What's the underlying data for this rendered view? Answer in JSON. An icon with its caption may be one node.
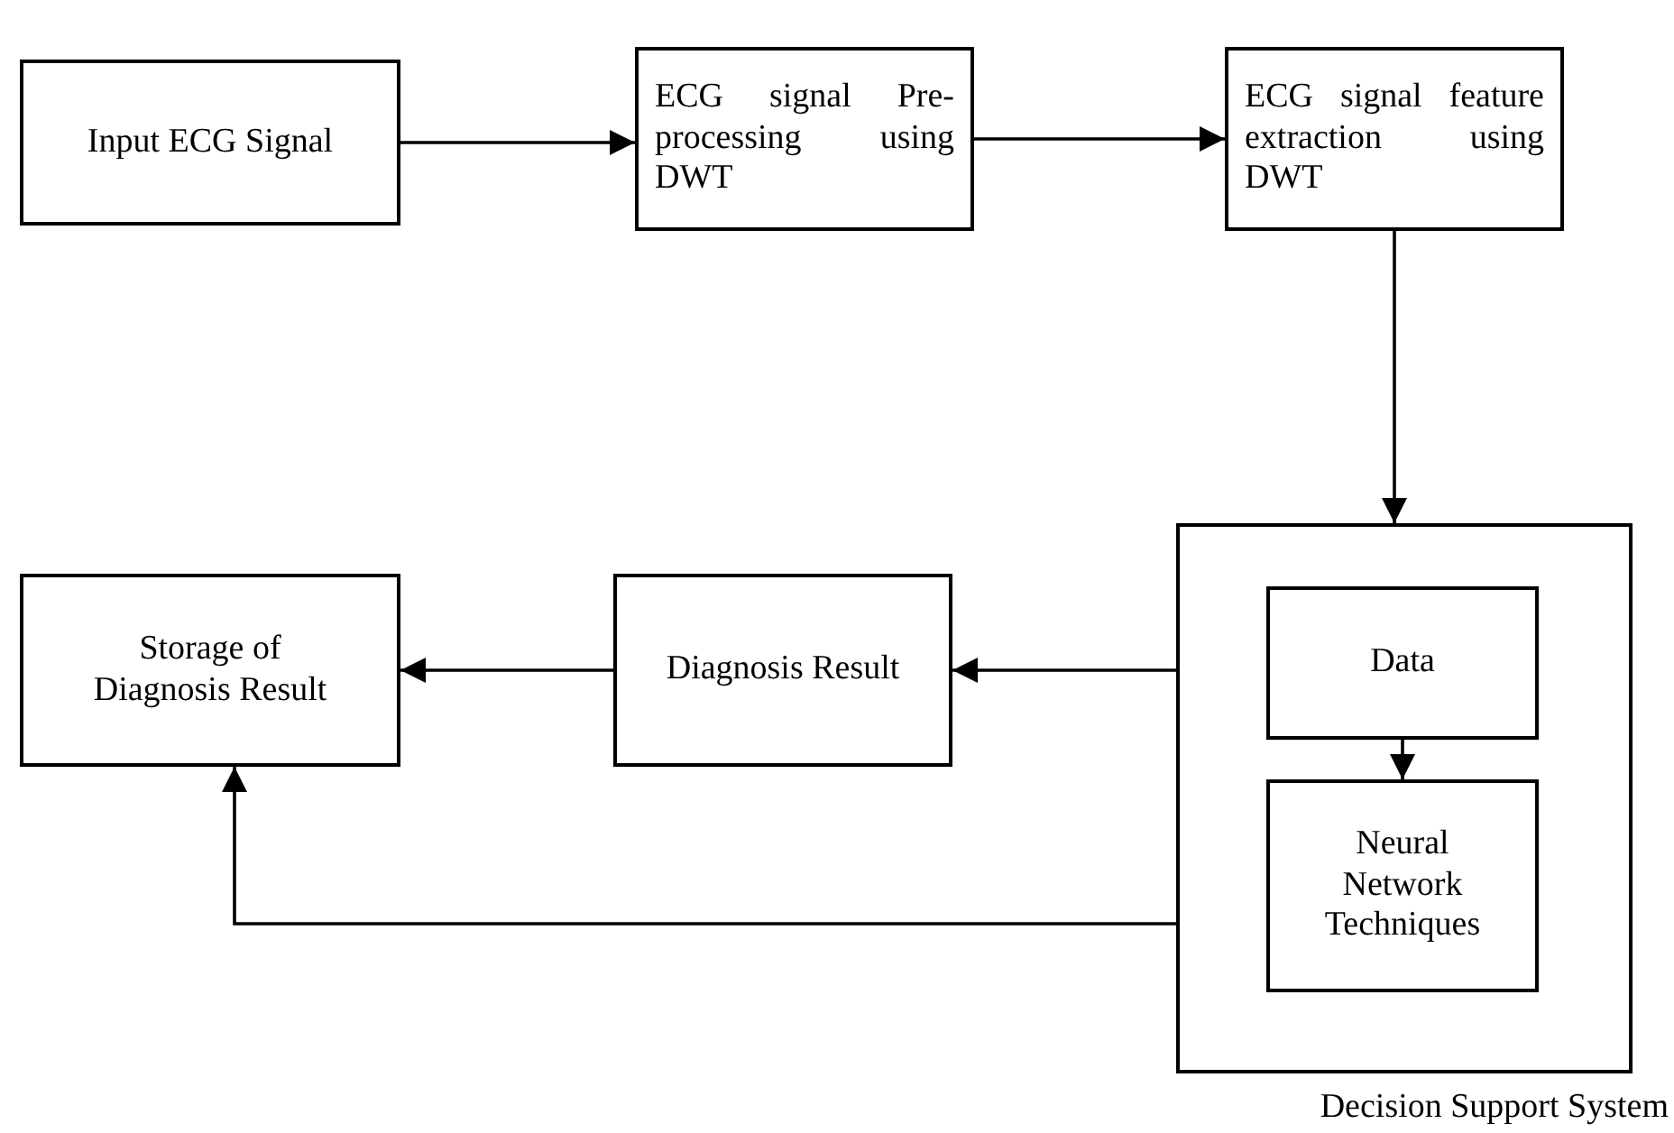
{
  "diagram": {
    "nodes": [
      {
        "text": [
          "Input ECG Signal"
        ]
      },
      {
        "text": [
          "ECG signal Pre-processing using DWT"
        ]
      },
      {
        "text": [
          "ECG signal feature extraction using DWT"
        ]
      },
      {
        "text": [
          "Decision Support System"
        ]
      },
      {
        "text": [
          "Data"
        ],
        "in": 3
      },
      {
        "text": [
          "Neural Network Techniques"
        ],
        "in": 3
      },
      {
        "text": [
          "Diagnosis Result"
        ]
      },
      {
        "text": [
          "Storage of Diagnosis Result"
        ]
      }
    ],
    "edges": [
      {
        "from": 0,
        "to": 1,
        "arrow": "to"
      },
      {
        "from": 1,
        "to": 2,
        "arrow": "to"
      },
      {
        "from": 2,
        "to": 3,
        "arrow": "to"
      },
      {
        "from": 4,
        "to": 5,
        "arrow": "to"
      },
      {
        "from": 3,
        "to": 6,
        "arrow": "to"
      },
      {
        "from": 6,
        "to": 7,
        "arrow": "to"
      },
      {
        "from": 3,
        "to": 7,
        "arrow": "to"
      }
    ]
  }
}
